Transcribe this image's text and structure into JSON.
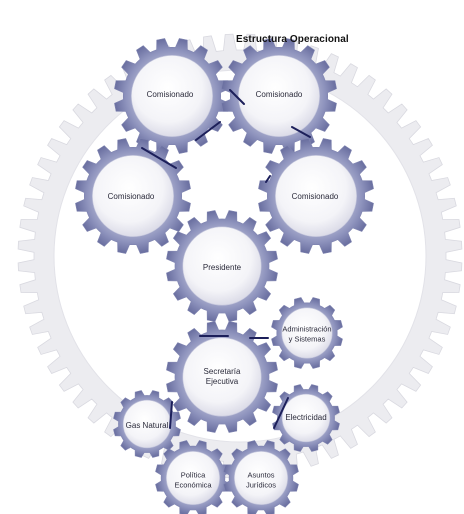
{
  "diagram": {
    "title": "Estructura Operacional",
    "nodes": [
      {
        "id": "comisionado-1",
        "label": "Comisionado"
      },
      {
        "id": "comisionado-2",
        "label": "Comisionado"
      },
      {
        "id": "comisionado-3",
        "label": "Comisionado"
      },
      {
        "id": "comisionado-4",
        "label": "Comisionado"
      },
      {
        "id": "presidente",
        "label": "Presidente"
      },
      {
        "id": "administracion",
        "label_line1": "Administración",
        "label_line2": "y Sistemas"
      },
      {
        "id": "secretaria",
        "label_line1": "Secretaría",
        "label_line2": "Ejecutiva"
      },
      {
        "id": "electricidad",
        "label": "Electricidad"
      },
      {
        "id": "gas-natural",
        "label": "Gas Natural"
      },
      {
        "id": "politica",
        "label_line1": "Política",
        "label_line2": "Económica"
      },
      {
        "id": "asuntos",
        "label_line1": "Asuntos",
        "label_line2": "Jurídicos"
      }
    ]
  }
}
